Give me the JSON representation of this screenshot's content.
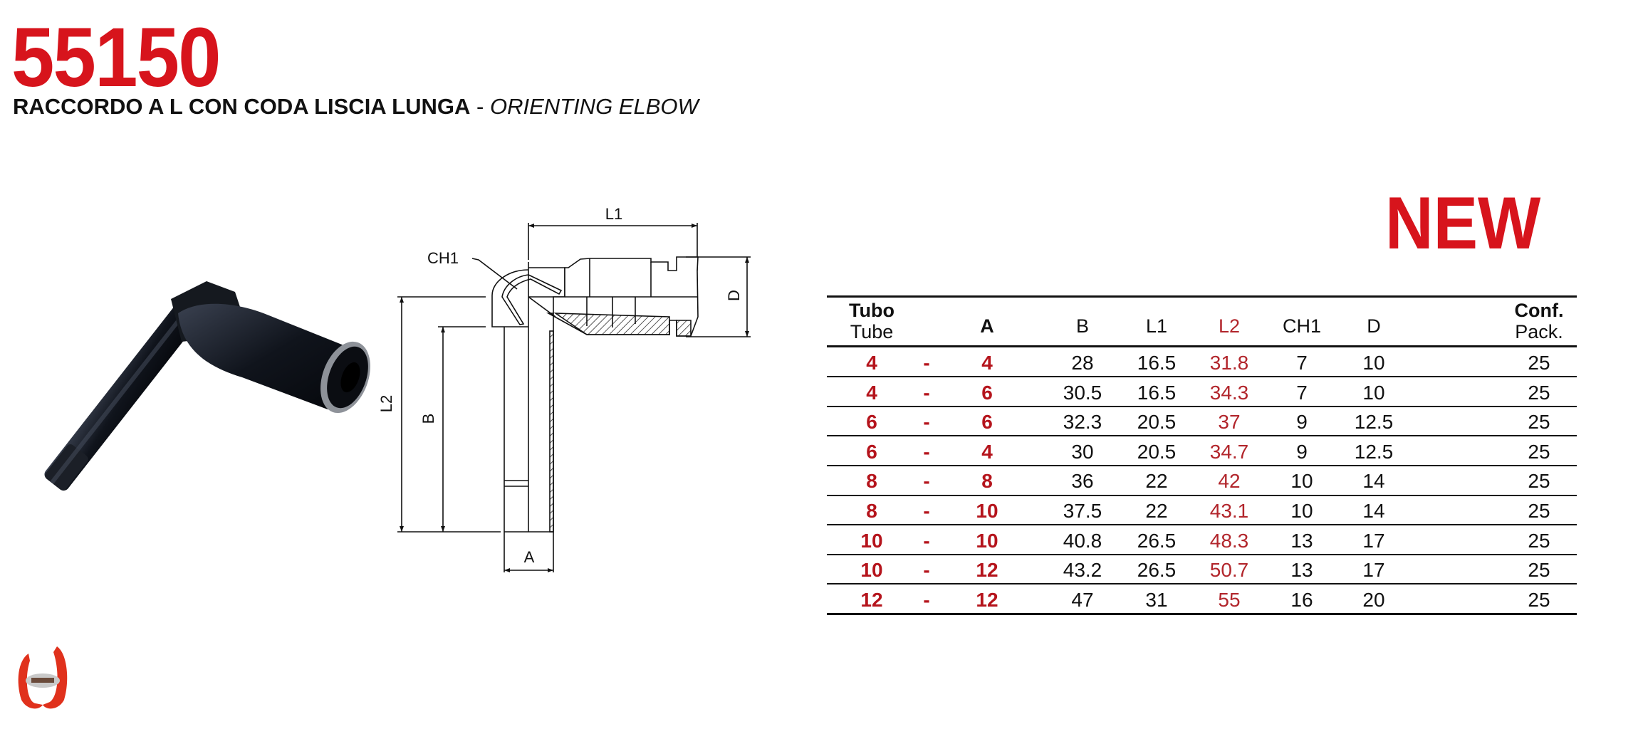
{
  "header": {
    "code": "55150",
    "title_it": "RACCORDO A L CON CODA LISCIA LUNGA",
    "separator": "-",
    "title_en": "ORIENTING ELBOW",
    "badge": "NEW"
  },
  "drawing": {
    "labels": {
      "L1": "L1",
      "CH1": "CH1",
      "D": "D",
      "L2": "L2",
      "B": "B",
      "A": "A"
    }
  },
  "table": {
    "columns": {
      "tubo_it": "Tubo",
      "tubo_en": "Tube",
      "A": "A",
      "B": "B",
      "L1": "L1",
      "L2": "L2",
      "CH1": "CH1",
      "D": "D",
      "conf_it": "Conf.",
      "conf_en": "Pack."
    },
    "dash": "-",
    "rows": [
      {
        "tube": "4",
        "A": "4",
        "B": "28",
        "L1": "16.5",
        "L2": "31.8",
        "CH1": "7",
        "D": "10",
        "pack": "25"
      },
      {
        "tube": "4",
        "A": "6",
        "B": "30.5",
        "L1": "16.5",
        "L2": "34.3",
        "CH1": "7",
        "D": "10",
        "pack": "25"
      },
      {
        "tube": "6",
        "A": "6",
        "B": "32.3",
        "L1": "20.5",
        "L2": "37",
        "CH1": "9",
        "D": "12.5",
        "pack": "25"
      },
      {
        "tube": "6",
        "A": "4",
        "B": "30",
        "L1": "20.5",
        "L2": "34.7",
        "CH1": "9",
        "D": "12.5",
        "pack": "25"
      },
      {
        "tube": "8",
        "A": "8",
        "B": "36",
        "L1": "22",
        "L2": "42",
        "CH1": "10",
        "D": "14",
        "pack": "25"
      },
      {
        "tube": "8",
        "A": "10",
        "B": "37.5",
        "L1": "22",
        "L2": "43.1",
        "CH1": "10",
        "D": "14",
        "pack": "25"
      },
      {
        "tube": "10",
        "A": "10",
        "B": "40.8",
        "L1": "26.5",
        "L2": "48.3",
        "CH1": "13",
        "D": "17",
        "pack": "25"
      },
      {
        "tube": "10",
        "A": "12",
        "B": "43.2",
        "L1": "26.5",
        "L2": "50.7",
        "CH1": "13",
        "D": "17",
        "pack": "25"
      },
      {
        "tube": "12",
        "A": "12",
        "B": "47",
        "L1": "31",
        "L2": "55",
        "CH1": "16",
        "D": "20",
        "pack": "25"
      }
    ]
  },
  "colors": {
    "brand_red": "#d7141c",
    "table_red": "#b5141c"
  }
}
